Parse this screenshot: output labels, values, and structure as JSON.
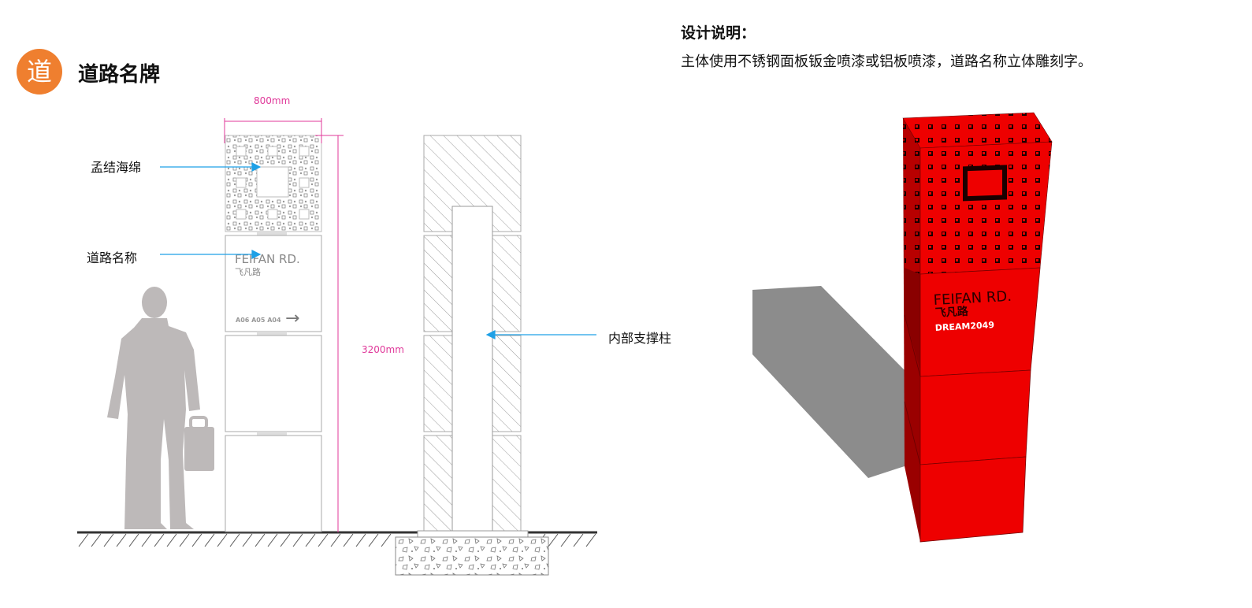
{
  "header": {
    "badge_char": "道",
    "title": "道路名牌"
  },
  "description": {
    "title": "设计说明：",
    "text": "主体使用不锈钢面板钣金喷漆或铝板喷漆，道路名称立体雕刻字。"
  },
  "callouts": {
    "sponge": "孟结海绵",
    "road_name": "道路名称",
    "inner_column": "内部支撑柱"
  },
  "dimensions": {
    "width": "800mm",
    "height": "3200mm"
  },
  "sign": {
    "road_en": "FEIFAN RD.",
    "road_cn": "飞凡路",
    "unit_numbers": "A06 A05 A04",
    "arrow": "→",
    "brand": "DREAM2049"
  },
  "colors": {
    "accent_orange": "#ef7f2f",
    "dimension_magenta": "#e0399a",
    "leader_blue": "#1ea0e6",
    "sign_red": "#ee0000",
    "silhouette_gray": "#bdb9b9"
  }
}
